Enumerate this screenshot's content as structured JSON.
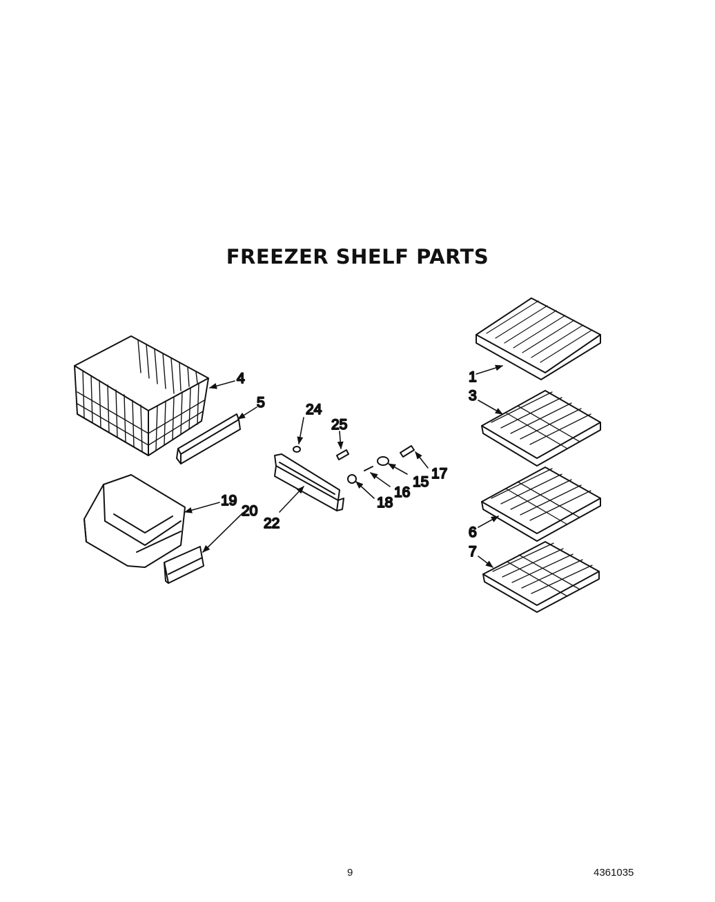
{
  "title": "FREEZER SHELF PARTS",
  "callouts": {
    "p1": "1",
    "p3": "3",
    "p4": "4",
    "p5": "5",
    "p6": "6",
    "p7": "7",
    "p15": "15",
    "p16": "16",
    "p17": "17",
    "p18": "18",
    "p19": "19",
    "p20": "20",
    "p22": "22",
    "p24": "24",
    "p25": "25"
  },
  "footer": {
    "page_number": "9",
    "document_number": "4361035"
  }
}
